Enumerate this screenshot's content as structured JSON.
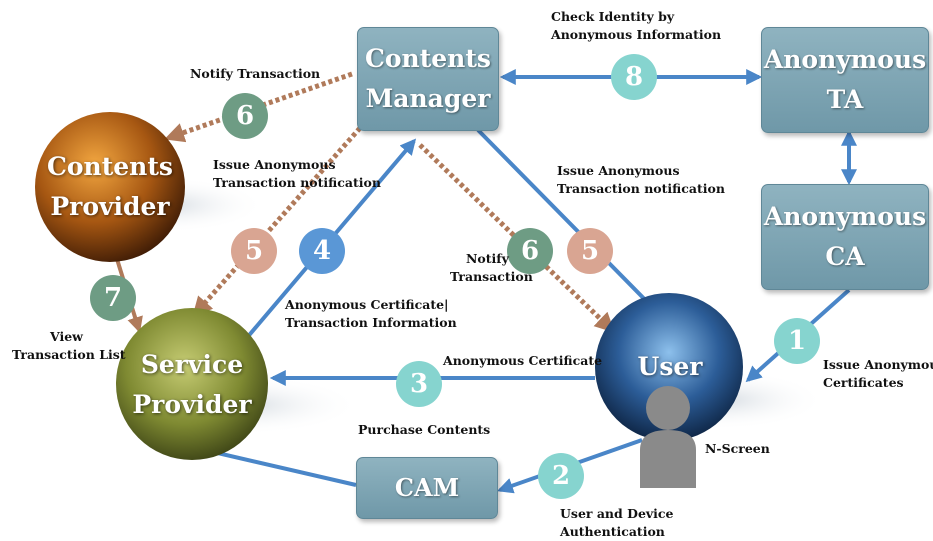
{
  "nodes": {
    "contents_manager": [
      "Contents",
      "Manager"
    ],
    "anonymous_ta": [
      "Anonymous",
      "TA"
    ],
    "anonymous_ca": [
      "Anonymous",
      "CA"
    ],
    "contents_provider": [
      "Contents",
      "Provider"
    ],
    "service_provider": [
      "Service",
      "Provider"
    ],
    "user": "User",
    "cam": "CAM"
  },
  "steps": {
    "s1": "1",
    "s2": "2",
    "s3": "3",
    "s4": "4",
    "s5a": "5",
    "s5b": "5",
    "s6a": "6",
    "s6b": "6",
    "s7": "7",
    "s8": "8"
  },
  "labels": {
    "check_identity": [
      "Check Identity by",
      "Anonymous Information"
    ],
    "notify_transaction_top": "Notify Transaction",
    "issue_notification_left": [
      "Issue Anonymous",
      "Transaction notification"
    ],
    "issue_notification_right": [
      "Issue Anonymous",
      "Transaction notification"
    ],
    "notify_transaction_mid": [
      "Notify",
      "Transaction"
    ],
    "anon_cert_transaction": [
      "Anonymous Certificate|",
      "Transaction Information"
    ],
    "view_transaction_list": [
      "View",
      "Transaction List"
    ],
    "anonymous_certificate": "Anonymous  Certificate",
    "purchase_contents": "Purchase Contents",
    "issue_anon_certificates": [
      "Issue Anonymous",
      "Certificates"
    ],
    "n_screen": "N-Screen",
    "user_device_auth": [
      "User and Device",
      "Authentication"
    ]
  },
  "colors": {
    "request_arrow": "#4a86c8",
    "notify_arrow": "#b07a5a",
    "node_box": "#7fa6b5",
    "badge_teal": "#86d4cf",
    "badge_green": "#6e9c84",
    "badge_salmon": "#d9a592",
    "badge_blue": "#5a97d6"
  }
}
